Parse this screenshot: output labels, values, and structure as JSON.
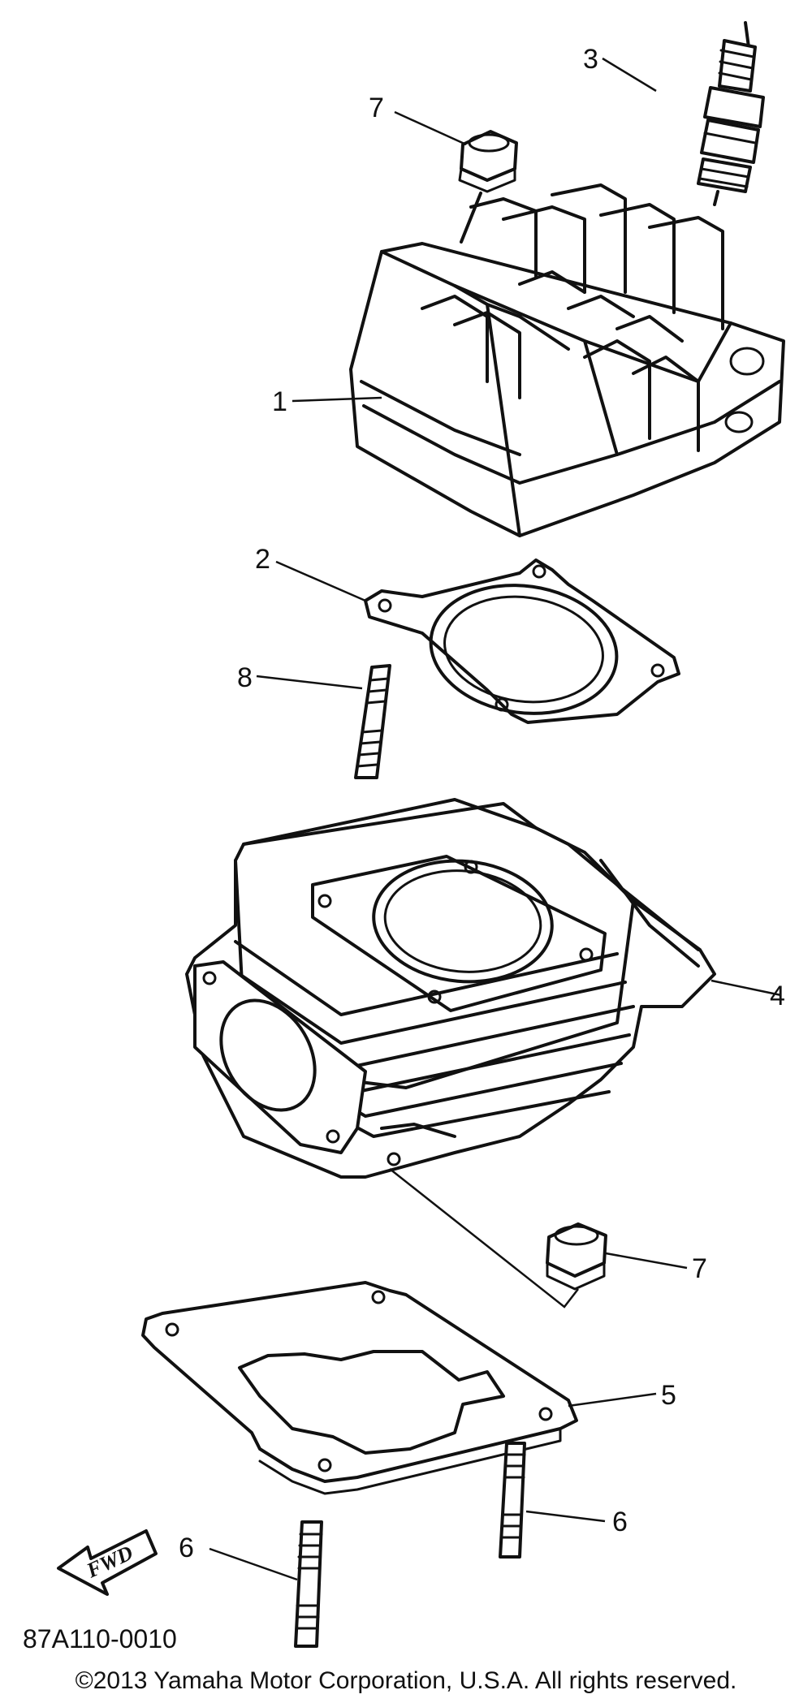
{
  "diagram": {
    "callouts": [
      {
        "id": "cylinder-head",
        "label": "1"
      },
      {
        "id": "head-gasket",
        "label": "2"
      },
      {
        "id": "spark-plug",
        "label": "3"
      },
      {
        "id": "cylinder",
        "label": "4"
      },
      {
        "id": "base-gasket",
        "label": "5"
      },
      {
        "id": "stud-bolt-front",
        "label": "6"
      },
      {
        "id": "stud-bolt-rear",
        "label": "6"
      },
      {
        "id": "nut-top",
        "label": "7"
      },
      {
        "id": "nut-bottom",
        "label": "7"
      },
      {
        "id": "stud-bolt-head",
        "label": "8"
      }
    ],
    "fwd_arrow_text": "FWD",
    "diagram_code": "87A110-0010"
  },
  "footer": {
    "copyright": "©2013 Yamaha Motor Corporation, U.S.A. All rights reserved."
  }
}
